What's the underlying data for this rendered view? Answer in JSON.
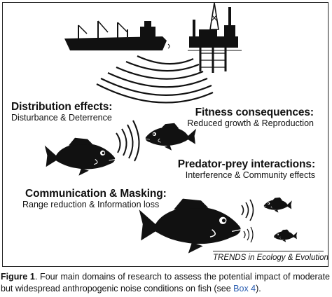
{
  "labels": {
    "distribution": {
      "title": "Distribution effects:",
      "subtitle": "Disturbance & Deterrence"
    },
    "fitness": {
      "title": "Fitness consequences:",
      "subtitle": "Reduced growth & Reproduction"
    },
    "predator": {
      "title": "Predator-prey interactions:",
      "subtitle": "Interference & Community effects"
    },
    "communication": {
      "title": "Communication & Masking:",
      "subtitle": "Range reduction & Information loss"
    }
  },
  "source": "TRENDS in Ecology & Evolution",
  "caption": {
    "figure_label": "Figure 1",
    "text": ". Four main domains of research to assess the potential impact of moderate but widespread anthropogenic noise conditions on fish (see ",
    "link": "Box 4",
    "end": ")."
  },
  "icons": [
    "cargo-ship-icon",
    "oil-rig-icon",
    "sound-wave-icon",
    "fish-icon"
  ],
  "colors": {
    "ink": "#111111",
    "link": "#2a5db0",
    "background": "#ffffff"
  }
}
